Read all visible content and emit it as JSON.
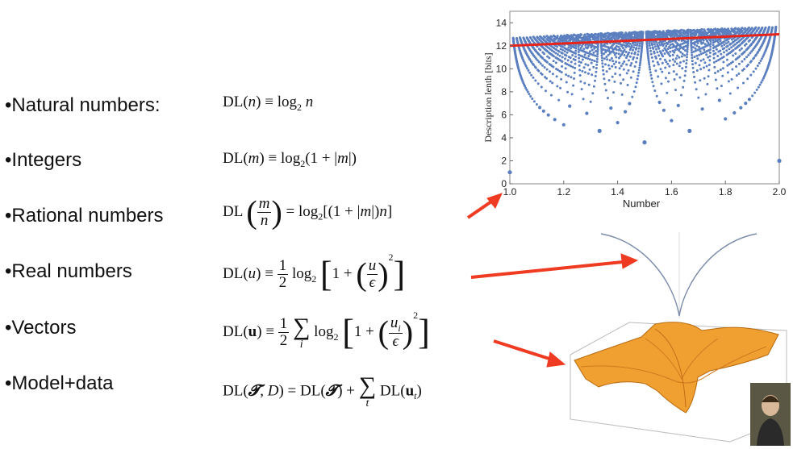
{
  "bullets": [
    {
      "label": "•Natural numbers:"
    },
    {
      "label": "•Integers"
    },
    {
      "label": "•Rational numbers"
    },
    {
      "label": "•Real numbers"
    },
    {
      "label": "•Vectors"
    },
    {
      "label": "•Model+data"
    }
  ],
  "formulas": {
    "dl": "DL",
    "log": "log",
    "log_base": "2",
    "equiv": "≡",
    "equals": "=",
    "half_num": "1",
    "half_den": "2",
    "one_plus": "1 +",
    "epsilon": "ϵ",
    "natural_arg": "n",
    "integer_arg": "m",
    "rational_num": "m",
    "rational_den": "n",
    "real_arg": "u",
    "vector_arg": "u",
    "vector_sub": "i",
    "model_arg": "𝓣",
    "data_arg": "D",
    "sum_sub_t": "t",
    "vector_sum_idx": "i",
    "square": "2"
  },
  "chart_data": {
    "type": "scatter",
    "xlabel": "Number",
    "ylabel": "Description lenth [bits]",
    "xlim": [
      1.0,
      2.0
    ],
    "ylim": [
      0,
      15
    ],
    "xticks": [
      "1.0",
      "1.2",
      "1.4",
      "1.6",
      "1.8",
      "2.0"
    ],
    "yticks": [
      "0",
      "2",
      "4",
      "6",
      "8",
      "10",
      "12",
      "14"
    ],
    "grid": false,
    "series": [
      {
        "points_description": "description lengths of rationals p/q between 1 and 2",
        "color": "#5b7fbf",
        "values": [
          [
            1.0,
            1.0
          ],
          [
            2.0,
            2.0
          ],
          [
            1.5,
            3.6
          ],
          [
            1.333,
            4.6
          ],
          [
            1.667,
            4.6
          ]
        ]
      }
    ],
    "trend_line": {
      "color": "#e8231a",
      "from": [
        1.0,
        12.0
      ],
      "to": [
        2.0,
        13.0
      ]
    }
  },
  "colors": {
    "arrow": "#ef3b22",
    "scatter": "#5b7fbf",
    "trend": "#e8231a",
    "surface": "#f0a030",
    "curve": "#7a8aa8"
  }
}
